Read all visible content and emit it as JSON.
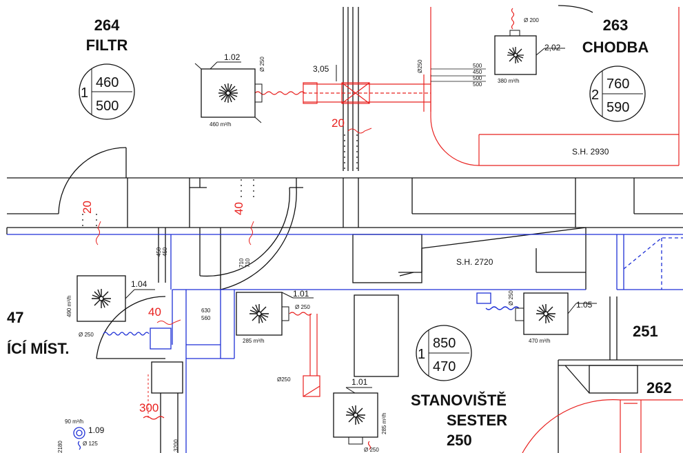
{
  "rooms": [
    {
      "number": "264",
      "name": "FILTR",
      "ratio_prefix": "1",
      "ratio_top": "460",
      "ratio_bottom": "500"
    },
    {
      "number": "263",
      "name": "CHODBA",
      "ratio_prefix": "2",
      "ratio_top": "760",
      "ratio_bottom": "590"
    },
    {
      "number": "47",
      "name": "ÍCÍ MÍST."
    },
    {
      "number": "251"
    },
    {
      "number": "262"
    },
    {
      "number": "250",
      "name_line1": "STANOVIŠTĚ",
      "name_line2": "SESTER",
      "ratio_prefix": "1",
      "ratio_top": "850",
      "ratio_bottom": "470"
    }
  ],
  "ceiling_heights": [
    "S.H. 2930",
    "S.H. 2720"
  ],
  "diffusers": [
    {
      "label": "1.02",
      "flow": "460 m³/h",
      "duct": "Ø 250"
    },
    {
      "label": "2,02",
      "flow": "380 m³/h",
      "duct": "Ø 200"
    },
    {
      "label": "1.04",
      "flow": "490 m³/h",
      "duct": "Ø 250"
    },
    {
      "label": "1.01",
      "flow": "285 m³/h",
      "duct": "Ø 250"
    },
    {
      "label": "1.05",
      "flow": "470 m³/h",
      "duct": "Ø 250"
    },
    {
      "label": "1.01",
      "flow": "285 m³/h",
      "duct": "Ø 250"
    },
    {
      "label": "1.09",
      "flow": "90 m³/h",
      "duct": "Ø 125"
    }
  ],
  "dimensions": {
    "d305": "3,05",
    "d250_vertical": "Ø250",
    "stack_500_450_500_500": [
      "500",
      "450",
      "500",
      "500"
    ],
    "d450_450": [
      "450",
      "450"
    ],
    "d710_710": [
      "710",
      "710"
    ],
    "d630_560": [
      "630",
      "560"
    ],
    "d250_side": "Ø250",
    "d2180": "2180",
    "d200": "3200"
  },
  "red_flows": [
    "20",
    "20",
    "40",
    "40",
    "300"
  ]
}
